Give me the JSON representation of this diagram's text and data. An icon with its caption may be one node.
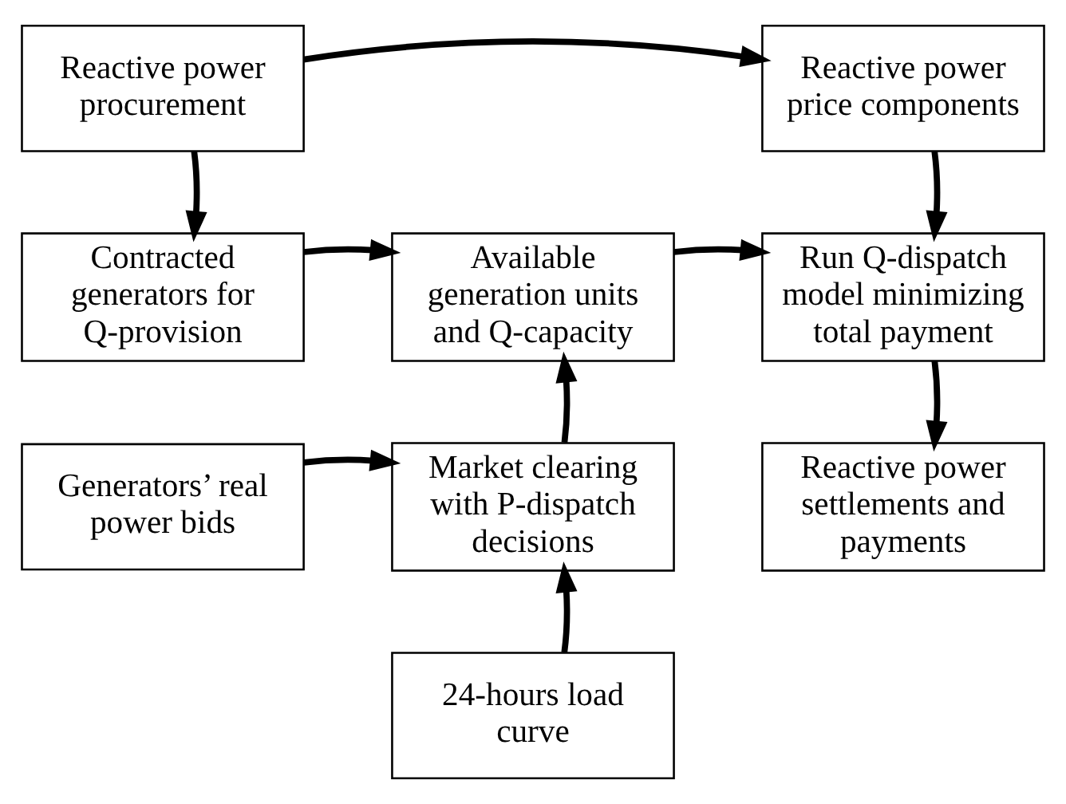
{
  "diagram": {
    "nodes": [
      {
        "text": [
          "Reactive power procurement"
        ]
      },
      {
        "text": [
          "Reactive power price components"
        ]
      },
      {
        "text": [
          "Contracted generators for Q-provision"
        ]
      },
      {
        "text": [
          "Available generation units and Q-capacity"
        ]
      },
      {
        "text": [
          "Run Q-dispatch model minimizing total payment"
        ]
      },
      {
        "text": [
          "Generators’ real power bids"
        ]
      },
      {
        "text": [
          "Market clearing with P-dispatch decisions"
        ]
      },
      {
        "text": [
          "Reactive power settlements and payments"
        ]
      },
      {
        "text": [
          "24-hours load curve"
        ]
      }
    ],
    "edges": [
      {
        "from": 0,
        "to": 1,
        "arrow": "to"
      },
      {
        "from": 0,
        "to": 2,
        "arrow": "to"
      },
      {
        "from": 1,
        "to": 4,
        "arrow": "to"
      },
      {
        "from": 2,
        "to": 3,
        "arrow": "to"
      },
      {
        "from": 3,
        "to": 4,
        "arrow": "to"
      },
      {
        "from": 4,
        "to": 7,
        "arrow": "to"
      },
      {
        "from": 5,
        "to": 6,
        "arrow": "to"
      },
      {
        "from": 6,
        "to": 3,
        "arrow": "to"
      },
      {
        "from": 8,
        "to": 6,
        "arrow": "to"
      }
    ]
  }
}
